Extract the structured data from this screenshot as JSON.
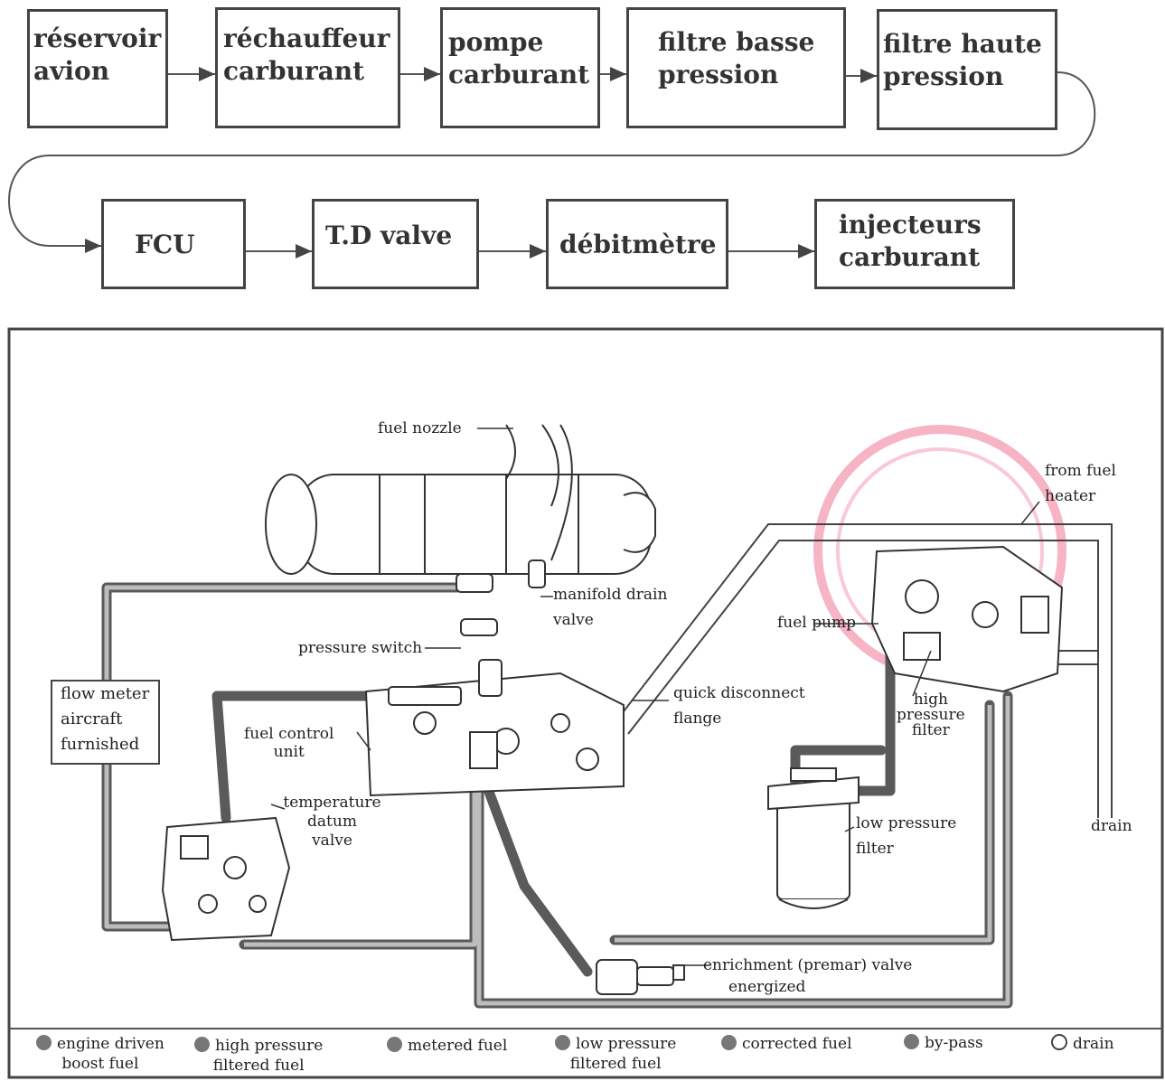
{
  "flowchart": {
    "row1": [
      {
        "line1": "réservoir",
        "line2": "avion"
      },
      {
        "line1": "réchauffeur",
        "line2": "carburant"
      },
      {
        "line1": "pompe",
        "line2": "carburant"
      },
      {
        "line1": "filtre basse",
        "line2": "pression"
      },
      {
        "line1": "filtre haute",
        "line2": "pression"
      }
    ],
    "row2": [
      {
        "line1": "FCU",
        "line2": ""
      },
      {
        "line1": "T.D valve",
        "line2": ""
      },
      {
        "line1": "débitmètre",
        "line2": ""
      },
      {
        "line1": "injecteurs",
        "line2": "carburant"
      }
    ]
  },
  "schematic": {
    "labels": {
      "fuel_nozzle": "fuel nozzle",
      "from_fuel_heater_1": "from fuel",
      "from_fuel_heater_2": "heater",
      "manifold_drain_1": "manifold drain",
      "manifold_drain_2": "valve",
      "pressure_switch": "pressure switch",
      "fuel_pump": "fuel pump",
      "quick_disconnect_1": "quick disconnect",
      "quick_disconnect_2": "flange",
      "high_pressure_filter_1": "high",
      "high_pressure_filter_2": "pressure",
      "high_pressure_filter_3": "filter",
      "flow_meter_1": "flow meter",
      "flow_meter_2": "aircraft",
      "flow_meter_3": "furnished",
      "fuel_control_1": "fuel control",
      "fuel_control_2": "unit",
      "td_valve_1": "temperature",
      "td_valve_2": "datum",
      "td_valve_3": "valve",
      "low_pressure_filter_1": "low pressure",
      "low_pressure_filter_2": "filter",
      "drain": "drain",
      "enrichment_1": "enrichment (premar) valve",
      "enrichment_2": "energized"
    },
    "legend": [
      {
        "line1": "engine driven",
        "line2": "boost fuel",
        "icon": "filled-dot-icon"
      },
      {
        "line1": "high pressure",
        "line2": "filtered fuel",
        "icon": "filled-dot-icon"
      },
      {
        "line1": "metered fuel",
        "line2": "",
        "icon": "filled-dot-icon"
      },
      {
        "line1": "low pressure",
        "line2": "filtered fuel",
        "icon": "filled-dot-icon"
      },
      {
        "line1": "corrected fuel",
        "line2": "",
        "icon": "filled-dot-icon"
      },
      {
        "line1": "by-pass",
        "line2": "",
        "icon": "filled-dot-icon"
      },
      {
        "line1": "drain",
        "line2": "",
        "icon": "open-circle-icon"
      }
    ]
  }
}
